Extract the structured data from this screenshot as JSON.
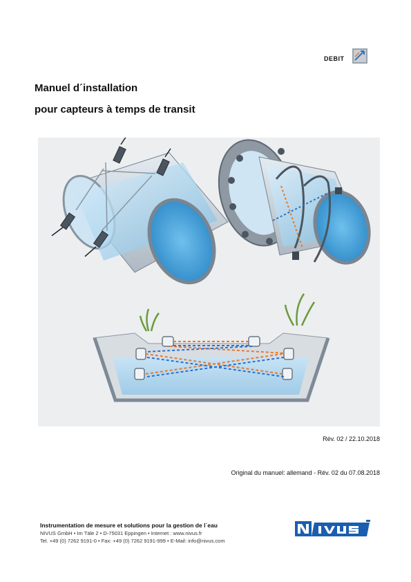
{
  "header": {
    "category_label": "DEBIT"
  },
  "title": {
    "line1": "Manuel d´installation",
    "line2": "pour capteurs à temps de transit"
  },
  "illustration": {
    "panels": [
      "pipe-sensors",
      "flange-pipe-sensors",
      "open-channel-sensors"
    ],
    "colors": {
      "water": "#bcdcf0",
      "pipe": "#a8b2bc",
      "path": "#e8782a",
      "path_alt": "#2a6fd0"
    }
  },
  "revision": {
    "text": "Rév. 02 / 22.10.2018"
  },
  "original_note": {
    "text": "Original du manuel: allemand - Rév. 02 du 07.08.2018"
  },
  "footer": {
    "heading": "Instrumentation de mesure et solutions pour la gestion de l´eau",
    "line1": "NIVUS GmbH  •  Im Täle 2  •  D-75031 Eppingen  •  Internet : www.nivus.fr",
    "line2": "Tel. +49 (0) 7262 9191-0 • Fax: +49 (0) 7262 9191-999 • E-Mail: info@nivus.com",
    "brand_color": "#1a5eb0"
  }
}
